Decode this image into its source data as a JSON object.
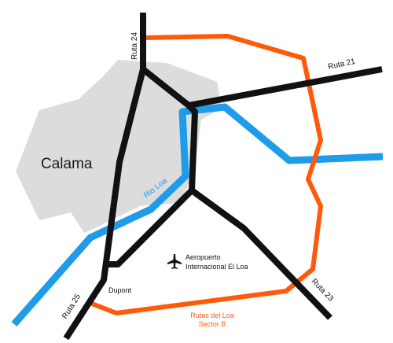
{
  "colors": {
    "city_area": "#dcdcdc",
    "road": "#111111",
    "river": "#1e9be9",
    "ring_road": "#ff5a0a",
    "background": "#ffffff"
  },
  "city": {
    "name": "Calama"
  },
  "roads": {
    "ruta_24": "Ruta 24",
    "ruta_21": "Ruta 21",
    "ruta_25": "Ruta 25",
    "ruta_23": "Ruta 23"
  },
  "river": {
    "name": "Rio Loa"
  },
  "places": {
    "dupont": "Dupont",
    "airport_icon": "airplane-icon",
    "airport_line1": "Aeropuerto",
    "airport_line2": "Internacional El Loa"
  },
  "ring_road": {
    "line1": "Rutas del Loa",
    "line2": "Sector B"
  }
}
